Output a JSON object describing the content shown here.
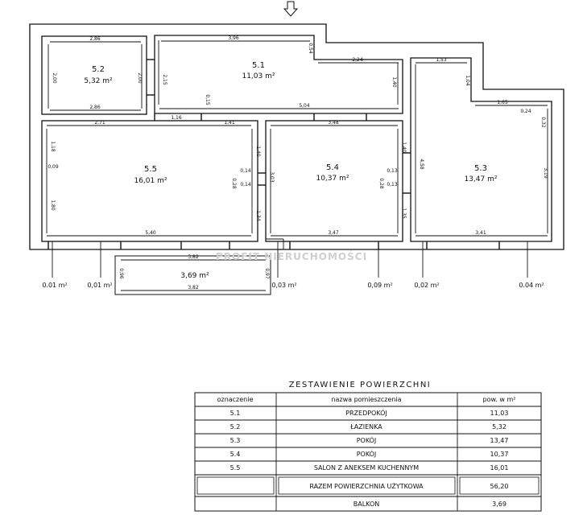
{
  "plan": {
    "watermark": "PROFIT NIERUCHOMOŚCI",
    "rooms": [
      {
        "id": "5.2",
        "area": "5,32 m²",
        "dims": [
          "2,86",
          "2,00",
          "2,00",
          "2,86"
        ]
      },
      {
        "id": "5.1",
        "area": "11,03 m²",
        "dims": [
          "3,96",
          "0,54",
          "2,24",
          "2,15",
          "0,15",
          "1,40",
          "1,16",
          "5,04"
        ]
      },
      {
        "id": "5.3",
        "area": "13,47 m²",
        "dims": [
          "1,53",
          "1,04",
          "1,65",
          "0,24",
          "0,32",
          "4,58",
          "3,19",
          "3,41"
        ]
      },
      {
        "id": "5.5",
        "area": "16,01 m²",
        "dims": [
          "2,71",
          "1,41",
          "1,18",
          "0,09",
          "1,80",
          "1,40",
          "0,14",
          "0,14",
          "0,28",
          "1,34",
          "5,40"
        ]
      },
      {
        "id": "5.4",
        "area": "10,37 m²",
        "dims": [
          "3,48",
          "1,40",
          "3,03",
          "0,13",
          "0,13",
          "0,28",
          "1,35",
          "3,47"
        ]
      },
      {
        "id": "",
        "area": "3,69 m²",
        "dims": [
          "3,82",
          "0,96",
          "0,97",
          "3,82"
        ]
      }
    ],
    "small_areas": [
      "0.01 m²",
      "0,01 m²",
      "0,03 m²",
      "0,09 m²",
      "0,02 m²",
      "0.04 m²"
    ]
  },
  "table": {
    "title": "ZESTAWIENIE POWIERZCHNI",
    "headers": [
      "oznaczenie",
      "nazwa pomieszczenia",
      "pow. w m²"
    ],
    "rows": [
      [
        "5.1",
        "PRZEDPOKÓJ",
        "11,03"
      ],
      [
        "5.2",
        "ŁAZIENKA",
        "5,32"
      ],
      [
        "5.3",
        "POKÓJ",
        "13,47"
      ],
      [
        "5.4",
        "POKÓJ",
        "10,37"
      ],
      [
        "5.5",
        "SALON Z ANEKSEM KUCHENNYM",
        "16,01"
      ]
    ],
    "total_label": "RAZEM POWIERZCHNIA UŻYTKOWA",
    "total_value": "56,20",
    "balcony_label": "BALKON",
    "balcony_value": "3,69"
  }
}
